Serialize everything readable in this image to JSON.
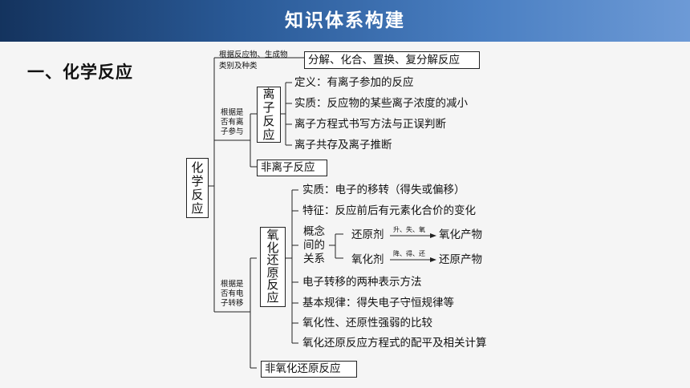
{
  "header": {
    "title": "知识体系构建"
  },
  "section": {
    "title": "一、化学反应"
  },
  "root": {
    "label": "化学反应"
  },
  "branches": {
    "b1": {
      "criterion_line1": "根据反应物、生成物",
      "criterion_line2": "类别及种类",
      "result": "分解、化合、置换、复分解反应"
    },
    "b2": {
      "criterion_line1": "根据是",
      "criterion_line2": "否有离",
      "criterion_line3": "子参与",
      "ionic": "离子反应",
      "non_ionic": "非离子反应",
      "ionic_items": [
        "定义：有离子参加的反应",
        "实质：反应物的某些离子浓度的减小",
        "离子方程式书写方法与正误判断",
        "离子共存及离子推断"
      ]
    },
    "b3": {
      "criterion_line1": "根据是",
      "criterion_line2": "否有电",
      "criterion_line3": "子转移",
      "redox": "氧化还原反应",
      "non_redox": "非氧化还原反应",
      "redox_items_top": [
        "实质：电子的移转（得失或偏移）",
        "特征：反应前后有元素化合价的变化"
      ],
      "concepts": {
        "line1": "概念",
        "line2": "间的",
        "line3": "关系",
        "reducer": "还原剂",
        "reducer_arrow": "升、失、氧",
        "oxidized_product": "氧化产物",
        "oxidizer": "氧化剂",
        "oxidizer_arrow": "降、得、还",
        "reduced_product": "还原产物"
      },
      "redox_items_bottom": [
        "电子转移的两种表示方法",
        "基本规律：得失电子守恒规律等",
        "氧化性、还原性强弱的比较",
        "氧化还原反应方程式的配平及相关计算"
      ]
    }
  }
}
